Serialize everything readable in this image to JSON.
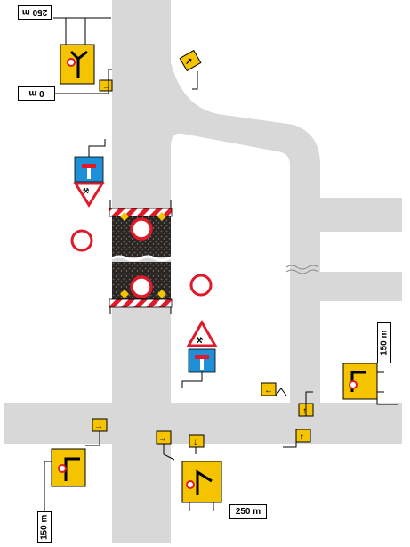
{
  "plates": {
    "top_left_distance": "250 m",
    "upper_left_distance": "0 m",
    "right_distance": "150 m",
    "bottom_left_distance": "150 m",
    "bottom_center_distance": "250 m"
  },
  "colors": {
    "road": "#d8d8d8",
    "sign_yellow": "#f5c400",
    "sign_blue": "#1e90d8",
    "warning_red": "#e0192b",
    "asphalt": "#2a2624"
  },
  "icons": [
    "detour-sign-icon",
    "arrow-right-icon",
    "arrow-left-icon",
    "arrow-up-icon",
    "arrow-down-icon",
    "no-entry-sign-icon",
    "yield-sign-icon",
    "roadworks-warning-icon",
    "dead-end-sign-icon",
    "barrier-icon",
    "road-break-icon"
  ]
}
